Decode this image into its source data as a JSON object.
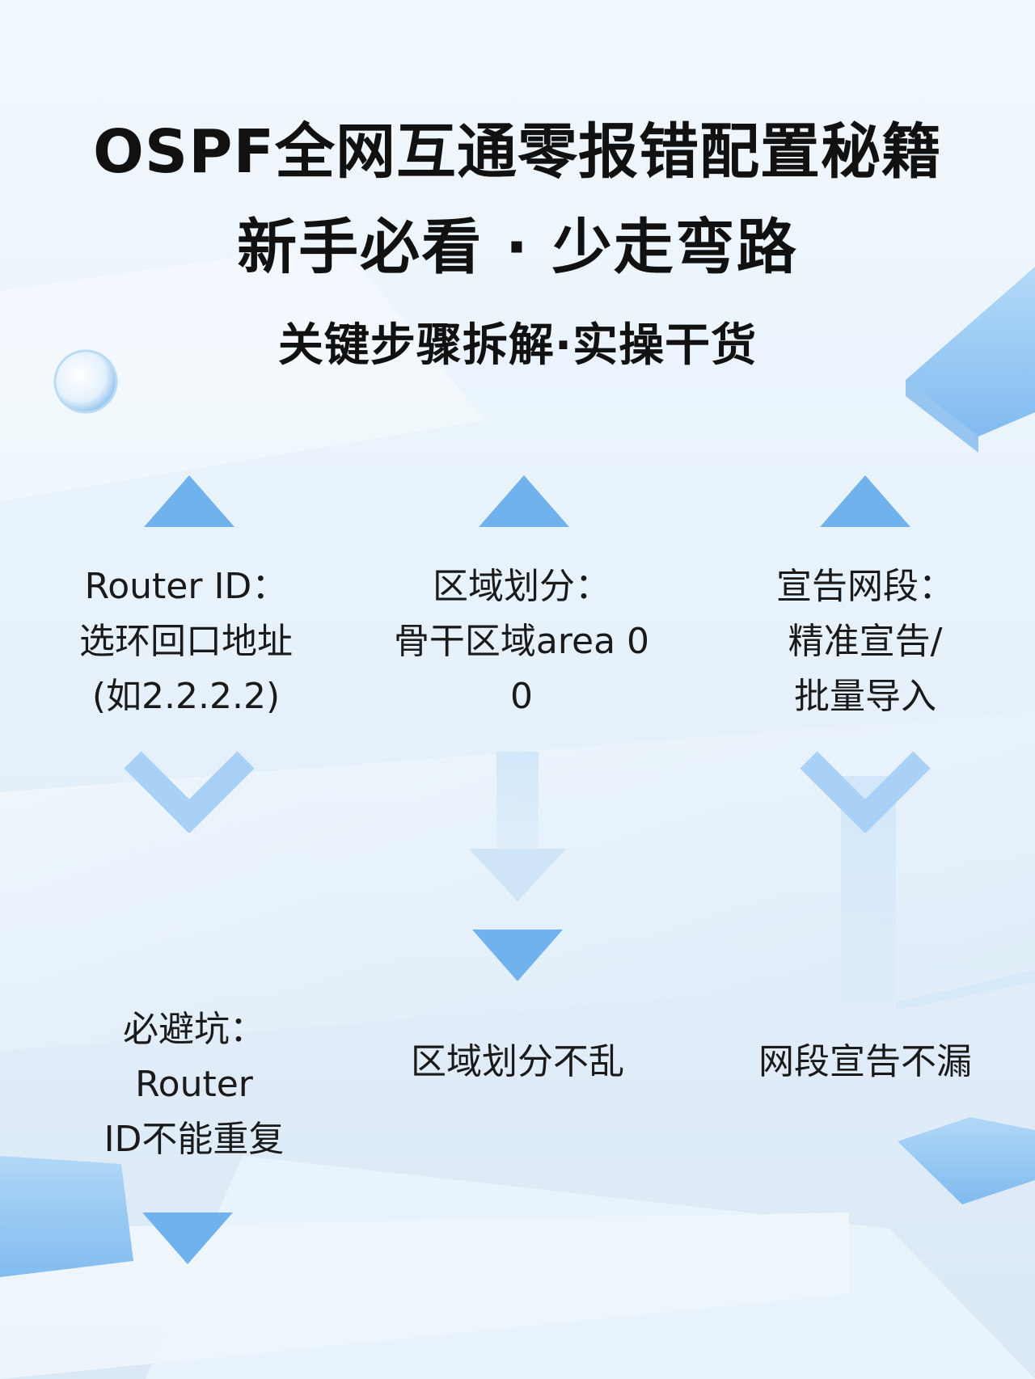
{
  "header": {
    "title_line1": "OSPF全网互通零报错配置秘籍",
    "title_line2": "新手必看 · 少走弯路",
    "subtitle": "关键步骤拆解·实操干货"
  },
  "steps": [
    {
      "lines": [
        "Router ID：",
        "选环回口地址",
        "(如2.2.2.2)"
      ]
    },
    {
      "lines": [
        "区域划分：",
        "骨干区域area 0",
        "0"
      ]
    },
    {
      "lines": [
        "宣告网段：",
        "精准宣告/",
        "批量导入"
      ]
    }
  ],
  "outcomes": [
    {
      "lines": [
        "必避坑：",
        "Router",
        "ID不能重复"
      ]
    },
    {
      "lines": [
        "区域划分不乱"
      ]
    },
    {
      "lines": [
        "网段宣告不漏"
      ]
    }
  ],
  "colors": {
    "accent": "#6fb2ee",
    "accent_light": "#bcdcf7",
    "block": "#8ec6f3",
    "text": "#111111"
  },
  "icons": [
    "triangle-up-icon",
    "triangle-down-icon",
    "chevron-down-icon",
    "arrow-down-icon"
  ]
}
